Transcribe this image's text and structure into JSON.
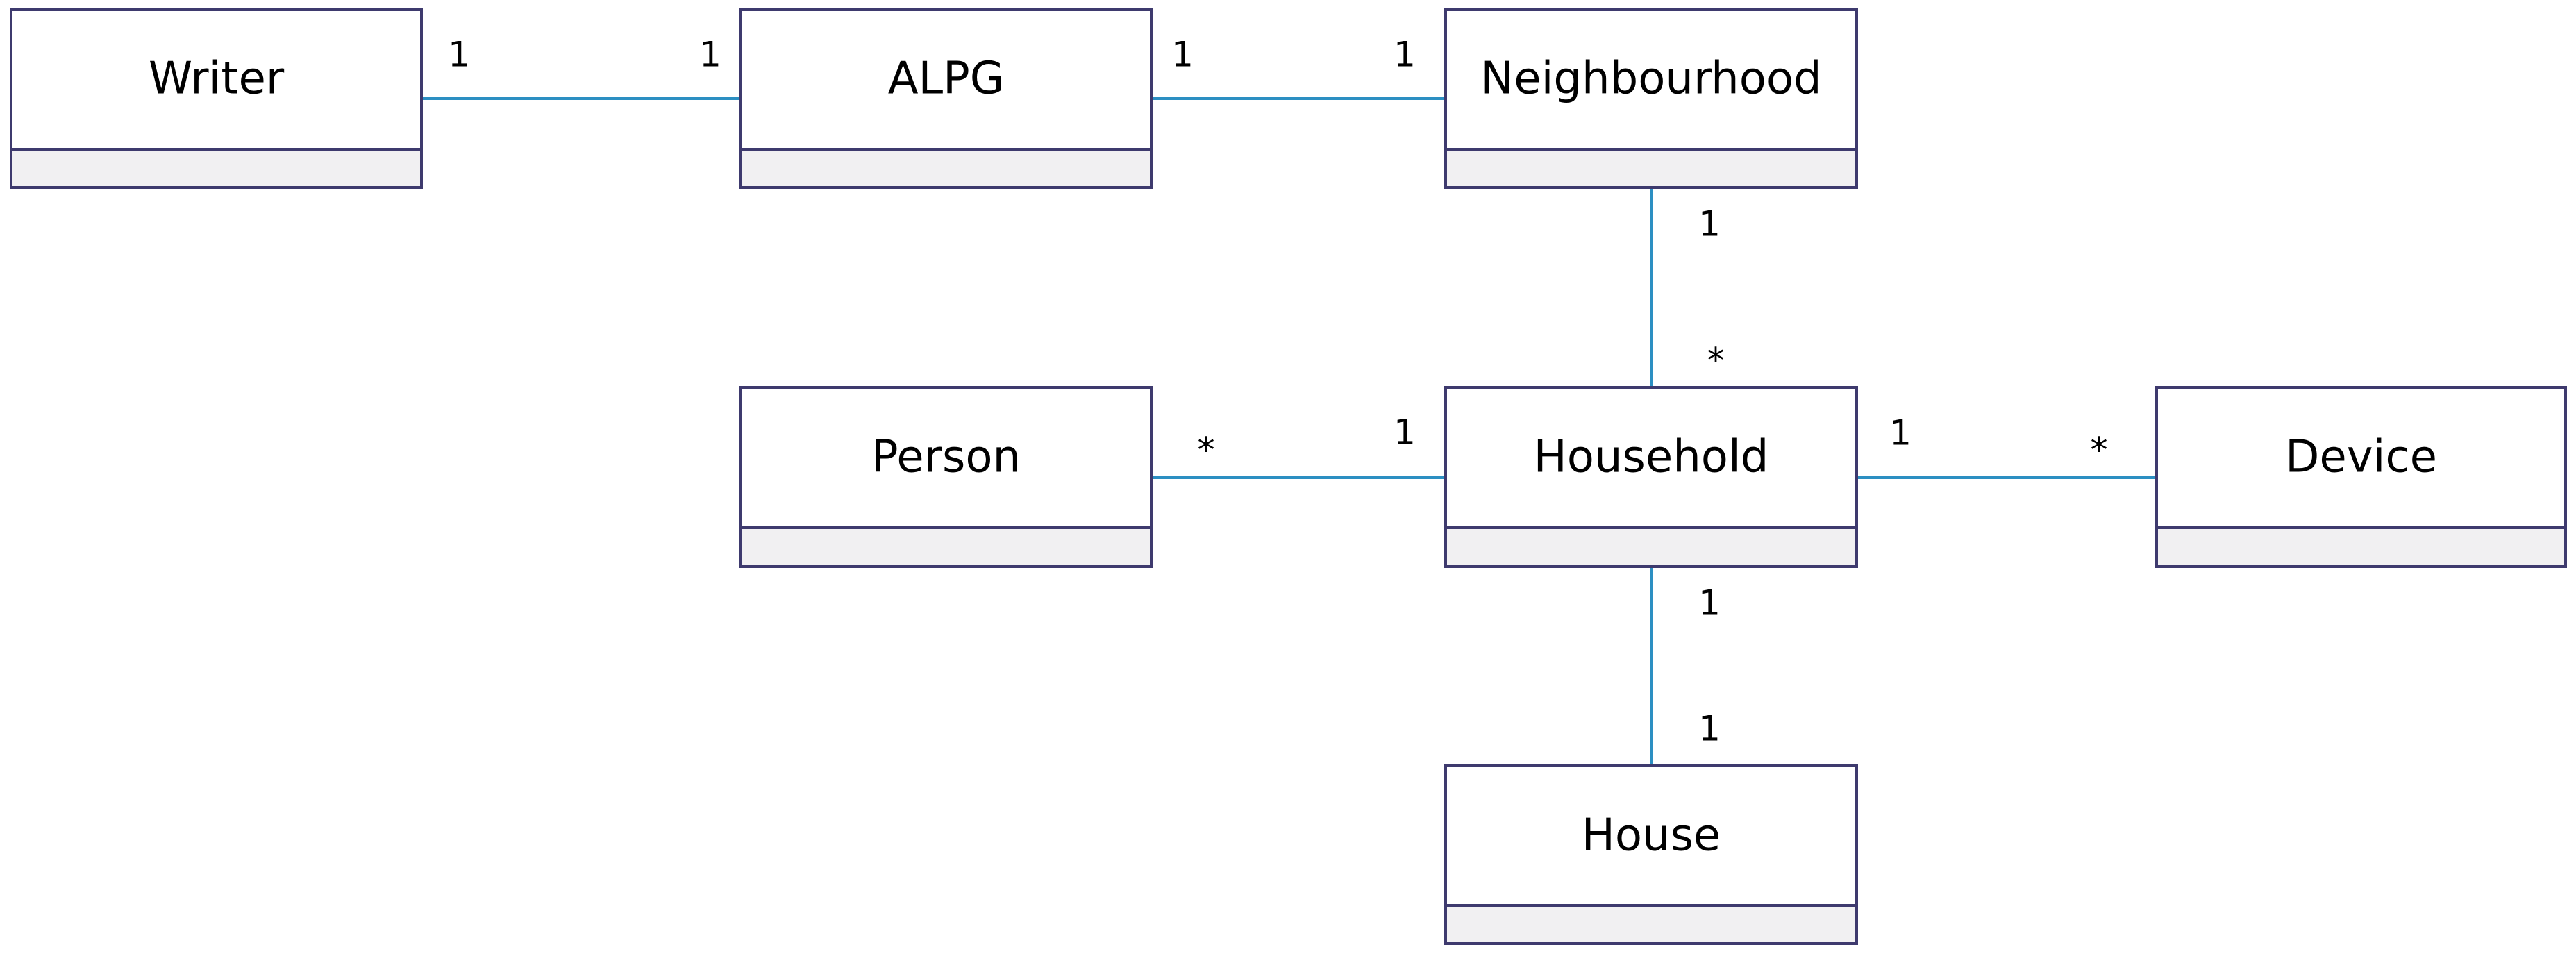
{
  "classes": {
    "writer": {
      "name": "Writer"
    },
    "alpg": {
      "name": "ALPG"
    },
    "neighbourhood": {
      "name": "Neighbourhood"
    },
    "person": {
      "name": "Person"
    },
    "household": {
      "name": "Household"
    },
    "device": {
      "name": "Device"
    },
    "house": {
      "name": "House"
    }
  },
  "associations": {
    "writer_alpg": {
      "from": "Writer",
      "to": "ALPG",
      "from_mult": "1",
      "to_mult": "1"
    },
    "alpg_neighbourhood": {
      "from": "ALPG",
      "to": "Neighbourhood",
      "from_mult": "1",
      "to_mult": "1"
    },
    "neighbourhood_household": {
      "from": "Neighbourhood",
      "to": "Household",
      "from_mult": "1",
      "to_mult": "*"
    },
    "person_household": {
      "from": "Person",
      "to": "Household",
      "from_mult": "*",
      "to_mult": "1"
    },
    "household_device": {
      "from": "Household",
      "to": "Device",
      "from_mult": "1",
      "to_mult": "*"
    },
    "household_house": {
      "from": "Household",
      "to": "House",
      "from_mult": "1",
      "to_mult": "1"
    }
  },
  "colors": {
    "box_border": "#3e3a6e",
    "compartment_fill": "#f1f0f2",
    "association_line": "#2c8fc2"
  }
}
